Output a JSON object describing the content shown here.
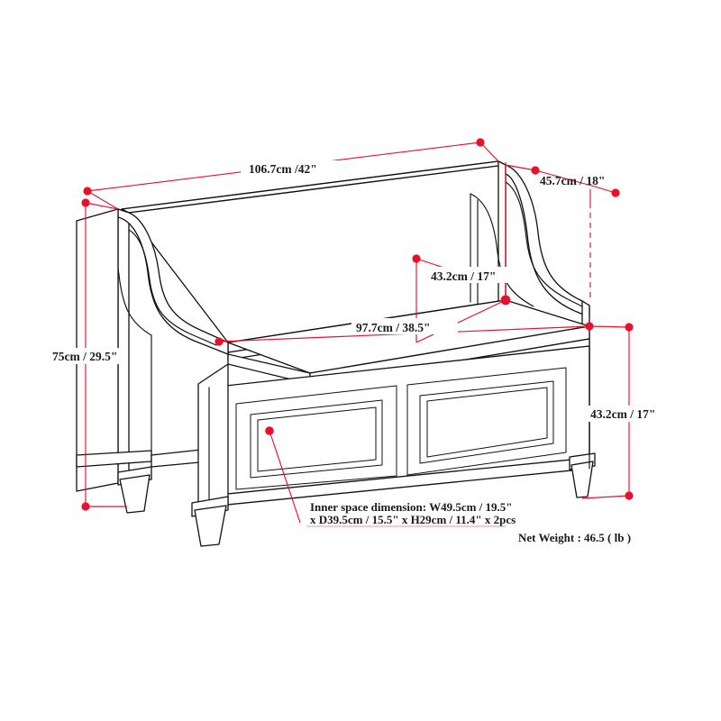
{
  "drawing": {
    "title": "Storage Bench Dimension Diagram",
    "accent_color": "#e8102a",
    "line_color": "#111111",
    "background": "#ffffff"
  },
  "dimensions": {
    "overall_width": "106.7cm /42\"",
    "overall_depth": "45.7cm / 18\"",
    "back_height_above_seat": "43.2cm / 17\"",
    "seat_width": "97.7cm / 38.5\"",
    "overall_height": "75cm / 29.5\"",
    "seat_height": "43.2cm / 17\""
  },
  "notes": {
    "inner_space_line1": "Inner space dimension: W49.5cm / 19.5\"",
    "inner_space_line2": "x D39.5cm / 15.5\" x H29cm / 11.4\" x 2pcs",
    "net_weight": "Net Weight : 46.5 ( lb )"
  }
}
